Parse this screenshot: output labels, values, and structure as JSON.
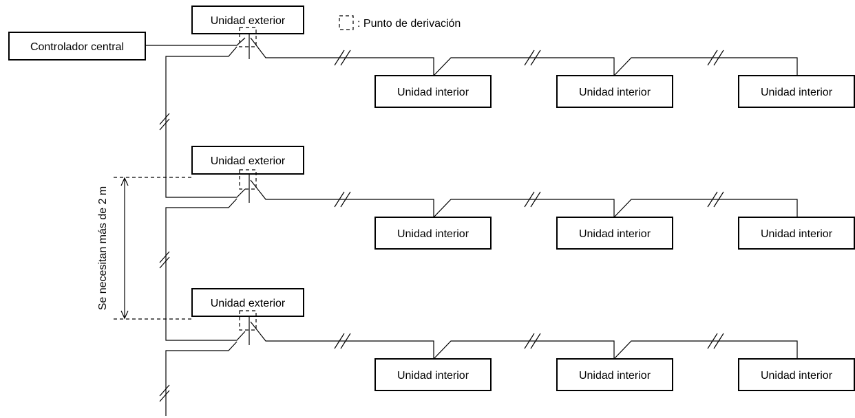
{
  "outdoor_unit_label": "Unidad exterior",
  "indoor_unit_label": "Unidad interior",
  "central_controller_label": "Controlador central",
  "legend": {
    "text": ": Punto de derivación"
  },
  "distance_note": "Se necesitan más de 2 m",
  "groups": [
    {
      "outdoor": "Unidad exterior",
      "indoor": [
        "Unidad interior",
        "Unidad interior",
        "Unidad interior"
      ]
    },
    {
      "outdoor": "Unidad exterior",
      "indoor": [
        "Unidad interior",
        "Unidad interior",
        "Unidad interior"
      ]
    },
    {
      "outdoor": "Unidad exterior",
      "indoor": [
        "Unidad interior",
        "Unidad interior",
        "Unidad interior"
      ]
    }
  ]
}
